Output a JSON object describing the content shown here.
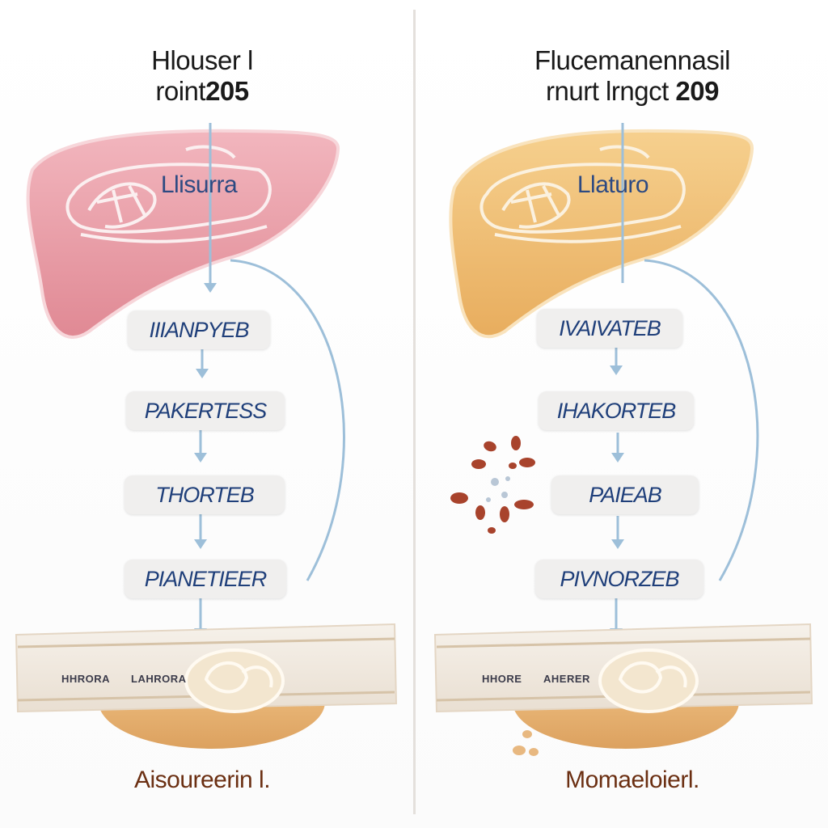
{
  "colors": {
    "left_organ": "#e89aa5",
    "right_organ": "#efbb6c",
    "arrow": "#9dbfd9",
    "step_text": "#1f3f7a",
    "bottom_text": "#6b2f12",
    "particles": "#a8432c"
  },
  "left": {
    "title_line1": "Hlouser l",
    "title_line2": "roint",
    "title_year": "205",
    "organ_label": "Llisurra",
    "steps": [
      "IIIANPYEB",
      "PAKERTESS",
      "THORTEB",
      "PIANETIEER"
    ],
    "band_labels": [
      "HHRORA",
      "LAHRORA"
    ],
    "bottom_label": "Aisoureerin l."
  },
  "right": {
    "title_line1": "Flucemanennasil",
    "title_line2": "rnurt lrngct",
    "title_year": "209",
    "organ_label": "Llaturo",
    "steps": [
      "IVAIVATEB",
      "IHAKORTEB",
      "PAIEAB",
      "PIVNORZEB"
    ],
    "band_labels": [
      "HHORE",
      "AHERER"
    ],
    "bottom_label": "Momaeloierl."
  }
}
